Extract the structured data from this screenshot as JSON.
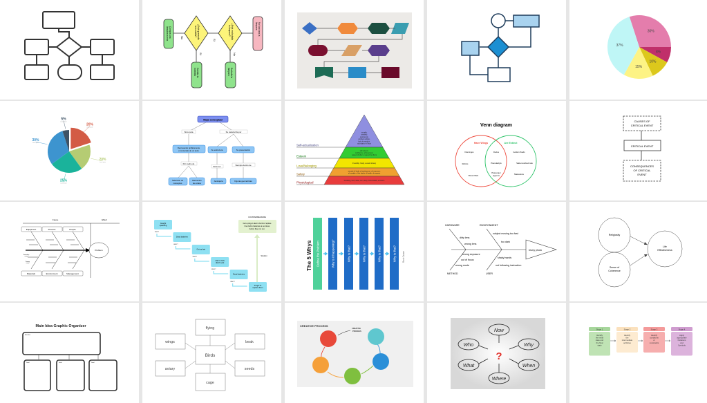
{
  "lamp_flowchart": {
    "start": [
      "No funciona la",
      "lámpara"
    ],
    "decision1": [
      "¿Está enchufada",
      "la lámpara?"
    ],
    "decision2": [
      "¿Está quemada",
      "la bombilla?"
    ],
    "yes1": "Sí",
    "no1": "No",
    "yes2": "Sí",
    "no2": "No",
    "action_plug": [
      "Enchufa la",
      "lámpara"
    ],
    "action_replace": [
      "Cambia la",
      "bombilla"
    ],
    "action_buy": [
      "Compra una",
      "lámpara nueva"
    ]
  },
  "pie_simple": {
    "slices": [
      {
        "label": "30%",
        "value": 30,
        "color": "#e47dac"
      },
      {
        "label": "8%",
        "value": 8,
        "color": "#c0306a"
      },
      {
        "label": "10%",
        "value": 10,
        "color": "#dcc81c"
      },
      {
        "label": "15%",
        "value": 15,
        "color": "#fdf385"
      },
      {
        "label": "37%",
        "value": 37,
        "color": "#bff6f6"
      }
    ]
  },
  "pie_infographic": {
    "caption": "Lorem ipsum",
    "slices": [
      {
        "label": "20%",
        "value": 20,
        "color": "#d35b45"
      },
      {
        "label": "20%",
        "value": 20,
        "color": "#b5cc73"
      },
      {
        "label": "25%",
        "value": 25,
        "color": "#1ab39b"
      },
      {
        "label": "30%",
        "value": 30,
        "color": "#3d94cf"
      },
      {
        "label": "5%",
        "value": 5,
        "color": "#3e5366"
      }
    ]
  },
  "concept_map": {
    "root": "Mapa conceptual",
    "link_left": "Sirve para",
    "link_right": "Se caracteriza por",
    "represent": [
      "Representar gráficamente",
      "el contenido de un texto"
    ],
    "structure": "Su estructura",
    "presentation": "Su presentación",
    "by_means": "Por medio de",
    "must_be": "Debe ser",
    "always_in": "Siempre dentro de",
    "selection": [
      "Selección de",
      "conceptos"
    ],
    "elements": [
      "Elementos",
      "de enlace"
    ],
    "hierarchical": "Jerárquica",
    "figures": "Figuras geométricas"
  },
  "pyramid": {
    "levels": [
      {
        "label": "Self-actualization",
        "color": "#8f8fe0",
        "desc": [
          "morality,",
          "creativity,",
          "spontaneity,",
          "problem solving,",
          "lack of prejudice,",
          "acceptance of facts"
        ]
      },
      {
        "label": "Esteem",
        "color": "#33cc33",
        "desc": [
          "self-esteem,",
          "confidence, achievement,",
          "respect of others, respect by others"
        ]
      },
      {
        "label": "Love/Belonging",
        "color": "#f2e600",
        "desc": [
          "friendship, family, sexual intimacy"
        ]
      },
      {
        "label": "Safety",
        "color": "#f0a030",
        "desc": [
          "security of body, of employment, of resources,",
          "of morality, of the family, of health, of property"
        ]
      },
      {
        "label": "Physiological",
        "color": "#e83c3c",
        "desc": [
          "breathing, food, water, sex, sleep, homeostasis, excretion"
        ]
      }
    ]
  },
  "venn": {
    "title": "Venn diagram",
    "left_label": "Have Wings",
    "right_label": "Are Extinct",
    "left_items": [
      "Flamingos",
      "Robins",
      "Brown Bats"
    ],
    "overlap_items": [
      "Dodos",
      "Pterodactyls",
      "Passenger",
      "pigeons"
    ],
    "right_items": [
      "Golden Toads",
      "Saber-toothed cats",
      "Mastodons"
    ]
  },
  "critical_event": {
    "causes": [
      "CAUSES OF",
      "CRITICAL EVENT"
    ],
    "event": "CRITICAL EVENT",
    "consequences": [
      "CONSEQUENCES",
      "OF CRITICAL",
      "EVENT"
    ]
  },
  "fishbone_template": {
    "cause": "Cause",
    "effect": "Effect",
    "problem": "Problem",
    "top": [
      "Equipment",
      "Process",
      "People"
    ],
    "bottom": [
      "Materials",
      "Environment",
      "Management"
    ],
    "secondary": [
      "Secondary",
      "cause"
    ],
    "primary": [
      "Primary",
      "cause"
    ]
  },
  "five_whys_chain": {
    "steps": [
      [
        "Caught",
        "speeding"
      ],
      [
        "Dead batteries"
      ],
      [
        "Got up late"
      ],
      [
        "Alarm clock",
        "didn't work"
      ],
      [
        "Dead batteries"
      ],
      [
        "Forgot to",
        "replace them"
      ]
    ],
    "why": "WHY?",
    "countermeasure_title": "COUNTERMEASURE",
    "countermeasure": [
      "Get a plug-in alarm clock or replace",
      "the clock's batteries at set times",
      "before they run out."
    ],
    "solution": "Solution"
  },
  "five_whys_columns": {
    "title": "The 5 Whys",
    "columns": [
      "Define the Problem",
      "Why is it happening?",
      "Why is that?",
      "Why is that?",
      "Why is that?",
      "Why is that?"
    ],
    "root": "Root Cause"
  },
  "fishbone_photo": {
    "hardware": "HARDWARE",
    "environment": "ENVIRONMENT",
    "method": "METHOD",
    "user": "USER",
    "effect": "blurry photo",
    "hw_items": [
      "dirty lens",
      "wrong lens"
    ],
    "env_items": [
      "subject moving too fast",
      "too dark"
    ],
    "method_items": [
      "wrong exposure",
      "out of focus",
      "wrong mode"
    ],
    "user_items": [
      "shaky hands",
      "not following instruction"
    ]
  },
  "path_model": {
    "a": "Religiosity",
    "b": [
      "Sense of",
      "Coherence"
    ],
    "c": [
      "Life",
      "Effectiveness"
    ]
  },
  "main_idea": {
    "title": "Main Idea Graphic Organizer",
    "main_label": "Main Idea",
    "detail_label": "Detail"
  },
  "birds": {
    "center": "Birds",
    "nodes": [
      "flying",
      "wings",
      "beak",
      "aviary",
      "seeds",
      "cage"
    ]
  },
  "creative_process": {
    "title": "CREATIVE PROCESS",
    "callout": [
      "CREATIVE",
      "PROCESS"
    ],
    "colors": [
      "#e8493a",
      "#f5a03a",
      "#7fbf3f",
      "#2a8fd8",
      "#5fc7cf"
    ]
  },
  "question_words": {
    "words": [
      "Now",
      "Who",
      "Why",
      "What",
      "When",
      "Where"
    ],
    "center": "?"
  },
  "stages": {
    "items": [
      {
        "title": "Stage 1",
        "text": [
          "Identify",
          "the initial",
          "state and",
          "the final",
          "state"
        ],
        "head": "#a6d69b",
        "body": "#bfe3b4"
      },
      {
        "title": "Stage 2",
        "text": [
          "Identify",
          "the",
          "intermediate",
          "activities"
        ],
        "head": "#fbe1bd",
        "body": "#fdebd1"
      },
      {
        "title": "Stage 3",
        "text": [
          "Identify",
          "conditions",
          "or",
          "constraints"
        ],
        "head": "#f49a9a",
        "body": "#f6aeae"
      },
      {
        "title": "Stage 4",
        "text": [
          "Apply",
          "appropriate",
          "Notations",
          "and",
          "Symbols"
        ],
        "head": "#cf9ccf",
        "body": "#dcb3dc"
      }
    ]
  }
}
